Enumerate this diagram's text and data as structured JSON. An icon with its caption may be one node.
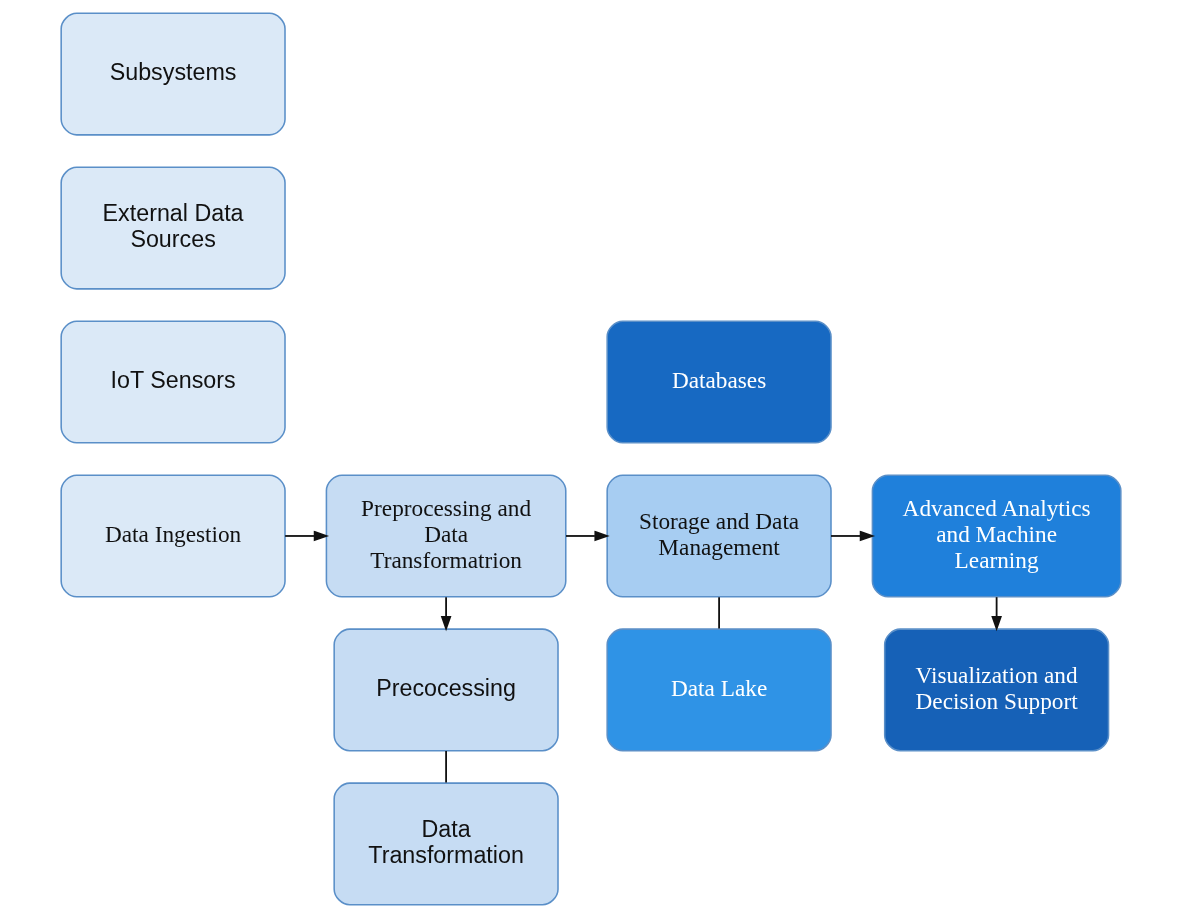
{
  "diagram": {
    "nodes": [
      {
        "text": [
          "Data Ingestion"
        ]
      },
      {
        "text": [
          "IoT Sensors"
        ]
      },
      {
        "text": [
          "External Data Sources"
        ]
      },
      {
        "text": [
          "Subsystems"
        ]
      },
      {
        "text": [
          "Preprocessing and Data Transformatrion"
        ]
      },
      {
        "text": [
          "Precocessing"
        ]
      },
      {
        "text": [
          "Data Transformation"
        ]
      },
      {
        "text": [
          "Storage and Data Management"
        ]
      },
      {
        "text": [
          "Data Lake"
        ]
      },
      {
        "text": [
          "Databases"
        ]
      },
      {
        "text": [
          "Advanced Analytics and Machine Learning"
        ]
      },
      {
        "text": [
          "Visualization and Decision Support"
        ]
      }
    ],
    "edges": [
      {
        "from": 0,
        "to": 4,
        "arrow": "to"
      },
      {
        "from": 4,
        "to": 7,
        "arrow": "to"
      },
      {
        "from": 7,
        "to": 10,
        "arrow": "to"
      },
      {
        "from": 4,
        "to": 5,
        "arrow": "to"
      },
      {
        "from": 5,
        "to": 6,
        "arrow": "none"
      },
      {
        "from": 7,
        "to": 8,
        "arrow": "none"
      },
      {
        "from": 10,
        "to": 11,
        "arrow": "to"
      }
    ]
  }
}
